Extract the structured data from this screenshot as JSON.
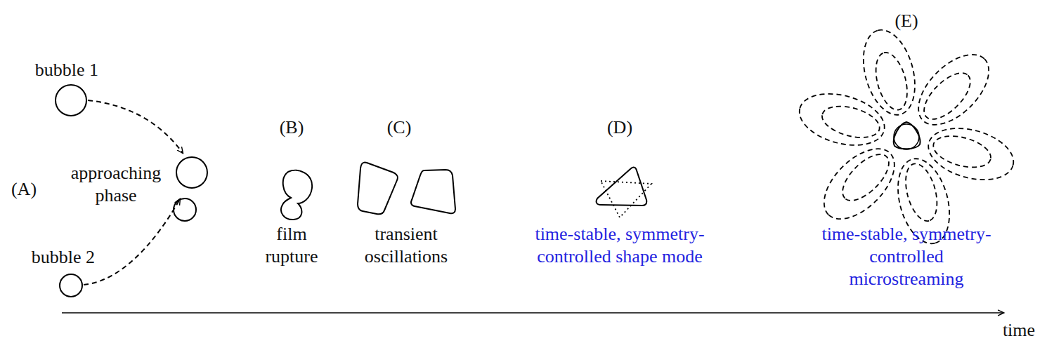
{
  "diagram": {
    "labels": [
      "bubble 1",
      "(A)",
      "approaching phase",
      "bubble 2",
      "(B)",
      "film rupture",
      "(C)",
      "transient oscillations",
      "(D)",
      "time-stable, symmetry-controlled shape mode",
      "(E)",
      "time-stable, symmetry-controlled microstreaming",
      "time"
    ]
  }
}
